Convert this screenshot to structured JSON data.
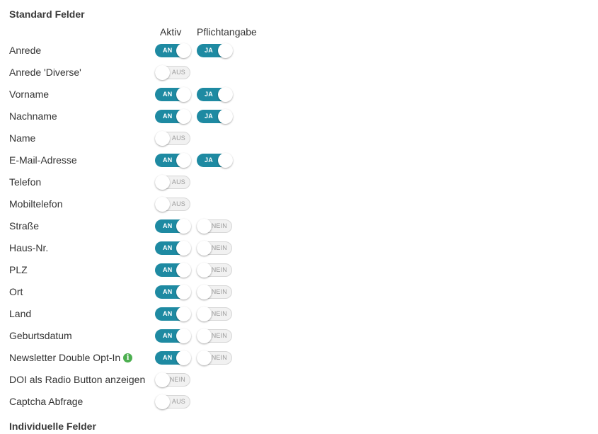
{
  "standard_title": "Standard Felder",
  "individual_title": "Individuelle Felder",
  "columns": {
    "active": "Aktiv",
    "required": "Pflichtangabe"
  },
  "colors": {
    "on": "#1e8aa2",
    "off": "#f1f1f1",
    "info": "#4caf50"
  },
  "rows": [
    {
      "label": "Anrede",
      "active": {
        "on": true,
        "text": "AN"
      },
      "required": {
        "on": true,
        "text": "JA"
      }
    },
    {
      "label": "Anrede 'Diverse'",
      "active": {
        "on": false,
        "text": "AUS"
      }
    },
    {
      "label": "Vorname",
      "active": {
        "on": true,
        "text": "AN"
      },
      "required": {
        "on": true,
        "text": "JA"
      }
    },
    {
      "label": "Nachname",
      "active": {
        "on": true,
        "text": "AN"
      },
      "required": {
        "on": true,
        "text": "JA"
      }
    },
    {
      "label": "Name",
      "active": {
        "on": false,
        "text": "AUS"
      }
    },
    {
      "label": "E-Mail-Adresse",
      "active": {
        "on": true,
        "text": "AN"
      },
      "required": {
        "on": true,
        "text": "JA"
      }
    },
    {
      "label": "Telefon",
      "active": {
        "on": false,
        "text": "AUS"
      }
    },
    {
      "label": "Mobiltelefon",
      "active": {
        "on": false,
        "text": "AUS"
      }
    },
    {
      "label": "Straße",
      "active": {
        "on": true,
        "text": "AN"
      },
      "required": {
        "on": false,
        "text": "NEIN"
      }
    },
    {
      "label": "Haus-Nr.",
      "active": {
        "on": true,
        "text": "AN"
      },
      "required": {
        "on": false,
        "text": "NEIN"
      }
    },
    {
      "label": "PLZ",
      "active": {
        "on": true,
        "text": "AN"
      },
      "required": {
        "on": false,
        "text": "NEIN"
      }
    },
    {
      "label": "Ort",
      "active": {
        "on": true,
        "text": "AN"
      },
      "required": {
        "on": false,
        "text": "NEIN"
      }
    },
    {
      "label": "Land",
      "active": {
        "on": true,
        "text": "AN"
      },
      "required": {
        "on": false,
        "text": "NEIN"
      }
    },
    {
      "label": "Geburtsdatum",
      "active": {
        "on": true,
        "text": "AN"
      },
      "required": {
        "on": false,
        "text": "NEIN"
      }
    },
    {
      "label": "Newsletter Double Opt-In",
      "info_icon": "info-icon",
      "active": {
        "on": true,
        "text": "AN"
      },
      "required": {
        "on": false,
        "text": "NEIN"
      }
    },
    {
      "label": "DOI als Radio Button anzeigen",
      "active": {
        "on": false,
        "text": "NEIN"
      }
    },
    {
      "label": "Captcha Abfrage",
      "active": {
        "on": false,
        "text": "AUS"
      }
    }
  ]
}
